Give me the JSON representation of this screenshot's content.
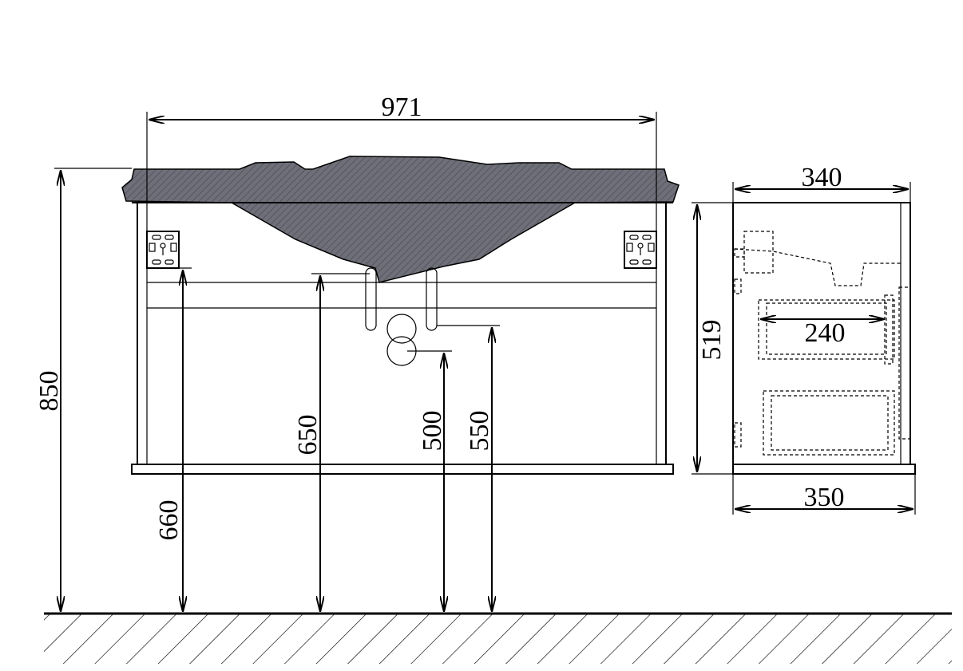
{
  "dimensions": {
    "total_width": "971",
    "total_height": "850",
    "bracket_height": "660",
    "drain_inlet_height": "650",
    "siphon_height": "500",
    "outlet_height": "550",
    "side_top_depth": "340",
    "side_height": "519",
    "inner_drawer_depth": "240",
    "side_bottom_depth": "350"
  },
  "colors": {
    "line": "#000000",
    "basin_fill": "#6f6f7a",
    "hatch": "#4a4a52"
  }
}
